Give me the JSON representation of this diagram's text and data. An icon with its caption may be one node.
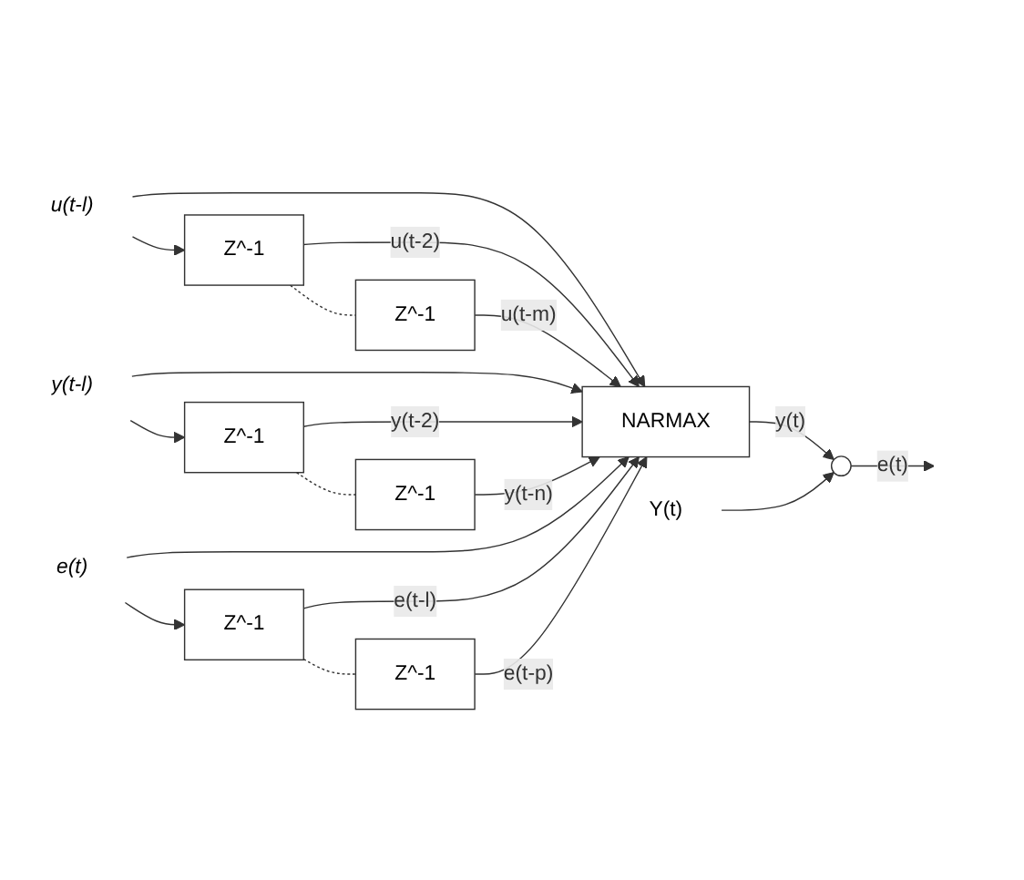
{
  "diagram": {
    "nodes": [
      {
        "text": [
          "u(t-l)"
        ]
      },
      {
        "text": [
          "Z^-1"
        ]
      },
      {
        "text": [
          "Z^-1"
        ]
      },
      {
        "text": [
          "y(t-l)"
        ]
      },
      {
        "text": [
          "Z^-1"
        ]
      },
      {
        "text": [
          "Z^-1"
        ]
      },
      {
        "text": [
          "e(t)"
        ]
      },
      {
        "text": [
          "Z^-1"
        ]
      },
      {
        "text": [
          "Z^-1"
        ]
      },
      {
        "text": [
          "NARMAX"
        ]
      },
      {
        "text": [
          "Y(t)"
        ]
      },
      {
        "text": [],
        "shape": "circle"
      }
    ],
    "edges": [
      {
        "from": 0,
        "to": 9,
        "arrow": "to"
      },
      {
        "from": 0,
        "to": 1,
        "arrow": "to"
      },
      {
        "from": 1,
        "to": 9,
        "label": "u(t-2)",
        "arrow": "to"
      },
      {
        "from": 1,
        "to": 2,
        "arrow": "none",
        "style": "dashed"
      },
      {
        "from": 2,
        "to": 9,
        "label": "u(t-m)",
        "arrow": "to"
      },
      {
        "from": 3,
        "to": 9,
        "arrow": "to"
      },
      {
        "from": 3,
        "to": 4,
        "arrow": "to"
      },
      {
        "from": 4,
        "to": 9,
        "label": "y(t-2)",
        "arrow": "to"
      },
      {
        "from": 4,
        "to": 5,
        "arrow": "none",
        "style": "dashed"
      },
      {
        "from": 5,
        "to": 9,
        "label": "y(t-n)",
        "arrow": "to"
      },
      {
        "from": 6,
        "to": 9,
        "arrow": "to"
      },
      {
        "from": 6,
        "to": 7,
        "arrow": "to"
      },
      {
        "from": 7,
        "to": 9,
        "label": "e(t-l)",
        "arrow": "to"
      },
      {
        "from": 7,
        "to": 8,
        "arrow": "none",
        "style": "dashed"
      },
      {
        "from": 8,
        "to": 9,
        "label": "e(t-p)",
        "arrow": "to"
      },
      {
        "from": 9,
        "to": 11,
        "label": "y(t)",
        "arrow": "to"
      },
      {
        "from": 10,
        "to": 11,
        "arrow": "to"
      },
      {
        "from": 11,
        "to": null,
        "label": "e(t)",
        "arrow": "to"
      }
    ]
  }
}
